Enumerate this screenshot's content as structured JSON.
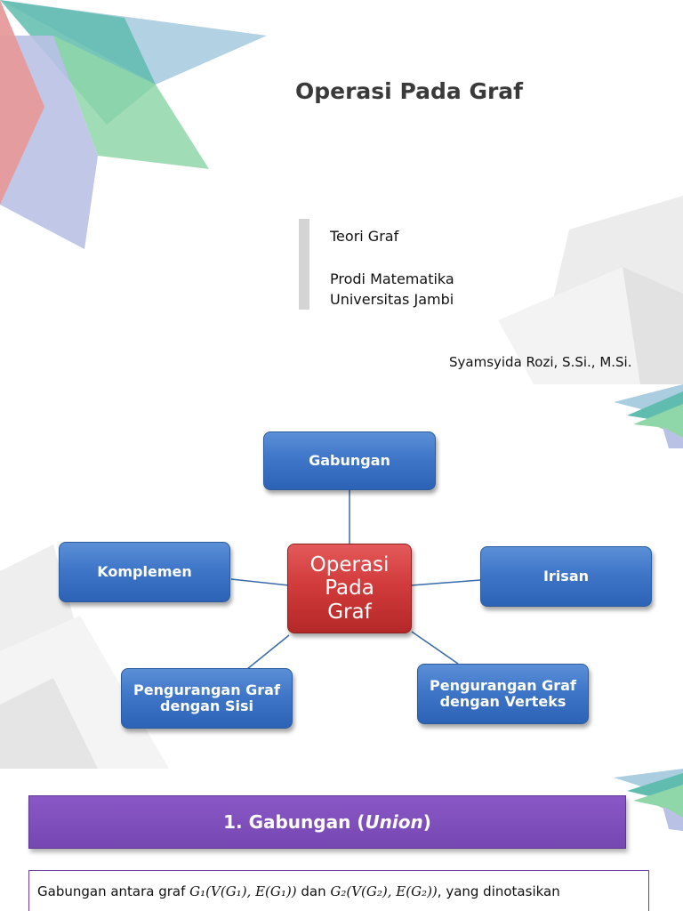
{
  "slide1": {
    "title": "Operasi Pada Graf",
    "course": "Teori Graf",
    "program": "Prodi Matematika",
    "university": "Universitas Jambi",
    "author": "Syamsyida Rozi, S.Si., M.Si."
  },
  "slide2": {
    "center": [
      "Operasi",
      "Pada",
      "Graf"
    ],
    "nodes": {
      "gabungan": "Gabungan",
      "komplemen": "Komplemen",
      "irisan": "Irisan",
      "sisi": [
        "Pengurangan Graf",
        "dengan Sisi"
      ],
      "verteks": [
        "Pengurangan Graf",
        "dengan Verteks"
      ]
    }
  },
  "slide3": {
    "heading_prefix": "1. Gabungan (",
    "heading_italic": "Union",
    "heading_suffix": ")",
    "body": {
      "t1": "Gabungan antara graf ",
      "m1": "G₁(V(G₁), E(G₁))",
      "t2": " dan ",
      "m2": "G₂(V(G₂), E(G₂))",
      "t3": ", yang dinotasikan"
    }
  },
  "colors": {
    "node_blue": "#3f76c8",
    "node_red": "#d23b3b",
    "banner_purple": "#7547b1",
    "deco_teal": "#5fbcae",
    "deco_green": "#8fd6a8",
    "deco_blue": "#aacde0",
    "deco_red": "#e69a9a",
    "deco_lavender": "#b9c1e4"
  }
}
